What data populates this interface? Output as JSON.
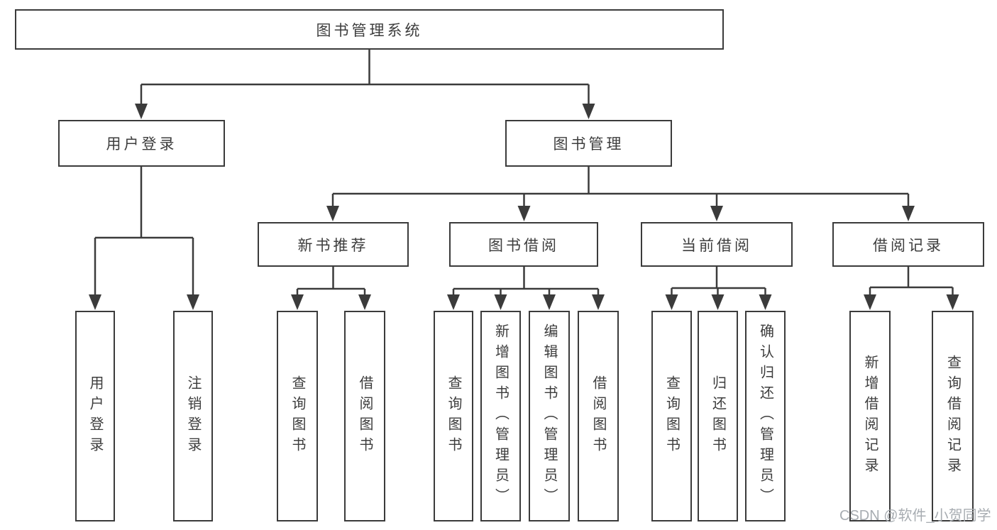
{
  "diagram": {
    "root": "图书管理系统",
    "level2": [
      {
        "label": "用户登录"
      },
      {
        "label": "图书管理"
      }
    ],
    "level3": [
      {
        "label": "新书推荐"
      },
      {
        "label": "图书借阅"
      },
      {
        "label": "当前借阅"
      },
      {
        "label": "借阅记录"
      }
    ],
    "leaves": {
      "user_login": [
        "用户登录",
        "注销登录"
      ],
      "new_book": [
        "查询图书",
        "借阅图书"
      ],
      "borrow": [
        "查询图书",
        "新增图书（管理员）",
        "编辑图书（管理员）",
        "借阅图书"
      ],
      "current": [
        "查询图书",
        "归还图书",
        "确认归还（管理员）"
      ],
      "records": [
        "新增借阅记录",
        "查询借阅记录"
      ]
    }
  },
  "watermark": "CSDN @软件_小贺同学",
  "colors": {
    "line": "#3b3b3b",
    "text": "#3d3d3d",
    "watermark": "#a8adb2",
    "bg": "#ffffff"
  }
}
